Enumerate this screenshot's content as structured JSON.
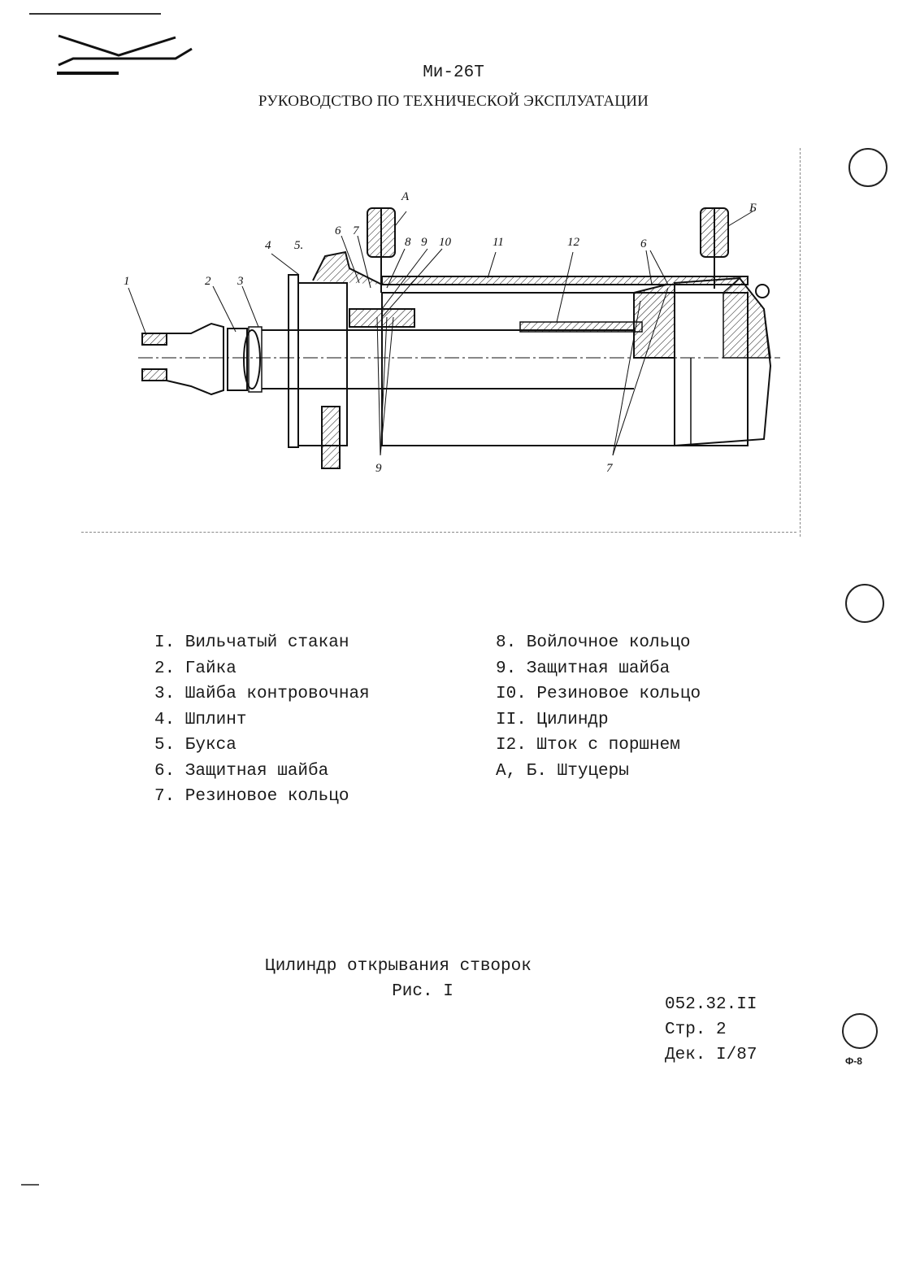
{
  "header": {
    "model": "Ми-26Т",
    "manual_title": "РУКОВОДСТВО ПО ТЕХНИЧЕСКОЙ ЭКСПЛУАТАЦИИ"
  },
  "drawing": {
    "callouts": [
      "1",
      "2",
      "3",
      "4",
      "5.",
      "6",
      "7",
      "8",
      "9",
      "10",
      "11",
      "12",
      "А",
      "Б",
      "6",
      "7",
      "9"
    ]
  },
  "legend": {
    "left": [
      "I. Вильчатый стакан",
      "2. Гайка",
      "3. Шайба контровочная",
      "4. Шплинт",
      "5. Букса",
      "6. Защитная шайба",
      "7. Резиновое кольцо"
    ],
    "right": [
      "8. Войлочное кольцо",
      "9. Защитная шайба",
      "I0. Резиновое кольцо",
      "II. Цилиндр",
      "I2. Шток с поршнем",
      "А, Б. Штуцеры"
    ]
  },
  "caption": {
    "title": "Цилиндр открывания створок",
    "figure": "Рис. I"
  },
  "page_ref": {
    "section": "052.32.II",
    "page": "Стр. 2",
    "date": "Дек. I/87"
  },
  "stamp": {
    "mark": "Ф-8"
  }
}
